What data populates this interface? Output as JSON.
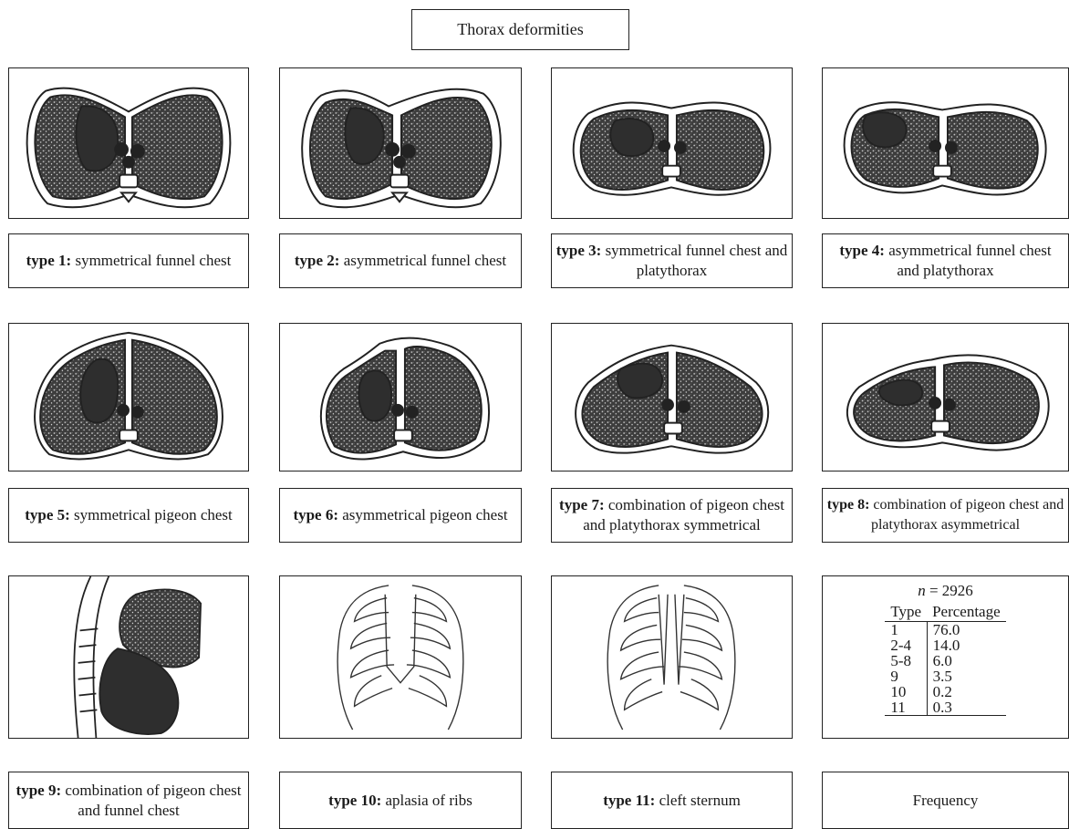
{
  "title": "Thorax deformities",
  "types": [
    {
      "bold": "type 1:",
      "text": " symmetrical funnel chest"
    },
    {
      "bold": "type 2:",
      "text": " asymmetrical funnel chest"
    },
    {
      "bold": "type 3:",
      "text": " symmetrical funnel chest and platythorax"
    },
    {
      "bold": "type 4:",
      "text": " asymmetrical funnel chest and platythorax"
    },
    {
      "bold": "type 5:",
      "text": " symmetrical pigeon chest"
    },
    {
      "bold": "type 6:",
      "text": " asymmetrical pigeon chest"
    },
    {
      "bold": "type 7:",
      "text": " combination of pigeon chest and platythorax symmetrical"
    },
    {
      "bold": "type 8:",
      "text": " combination of pigeon chest and platythorax asymmetrical"
    },
    {
      "bold": "type 9:",
      "text": " combination of pigeon chest and funnel chest"
    },
    {
      "bold": "type 10:",
      "text": " aplasia of ribs"
    },
    {
      "bold": "type 11:",
      "text": " cleft sternum"
    }
  ],
  "frequency": {
    "label": "Frequency",
    "n_symbol": "n",
    "n_value": " = 2926",
    "col_type": "Type",
    "col_pct": "Percentage",
    "rows": [
      {
        "type": "1",
        "pct": "76.0"
      },
      {
        "type": "2-4",
        "pct": "14.0"
      },
      {
        "type": "5-8",
        "pct": "6.0"
      },
      {
        "type": "9",
        "pct": "3.5"
      },
      {
        "type": "10",
        "pct": "0.2"
      },
      {
        "type": "11",
        "pct": "0.3"
      }
    ]
  },
  "colors": {
    "border": "#222222",
    "tissue": "#555555",
    "organ": "#2e2e2e"
  }
}
